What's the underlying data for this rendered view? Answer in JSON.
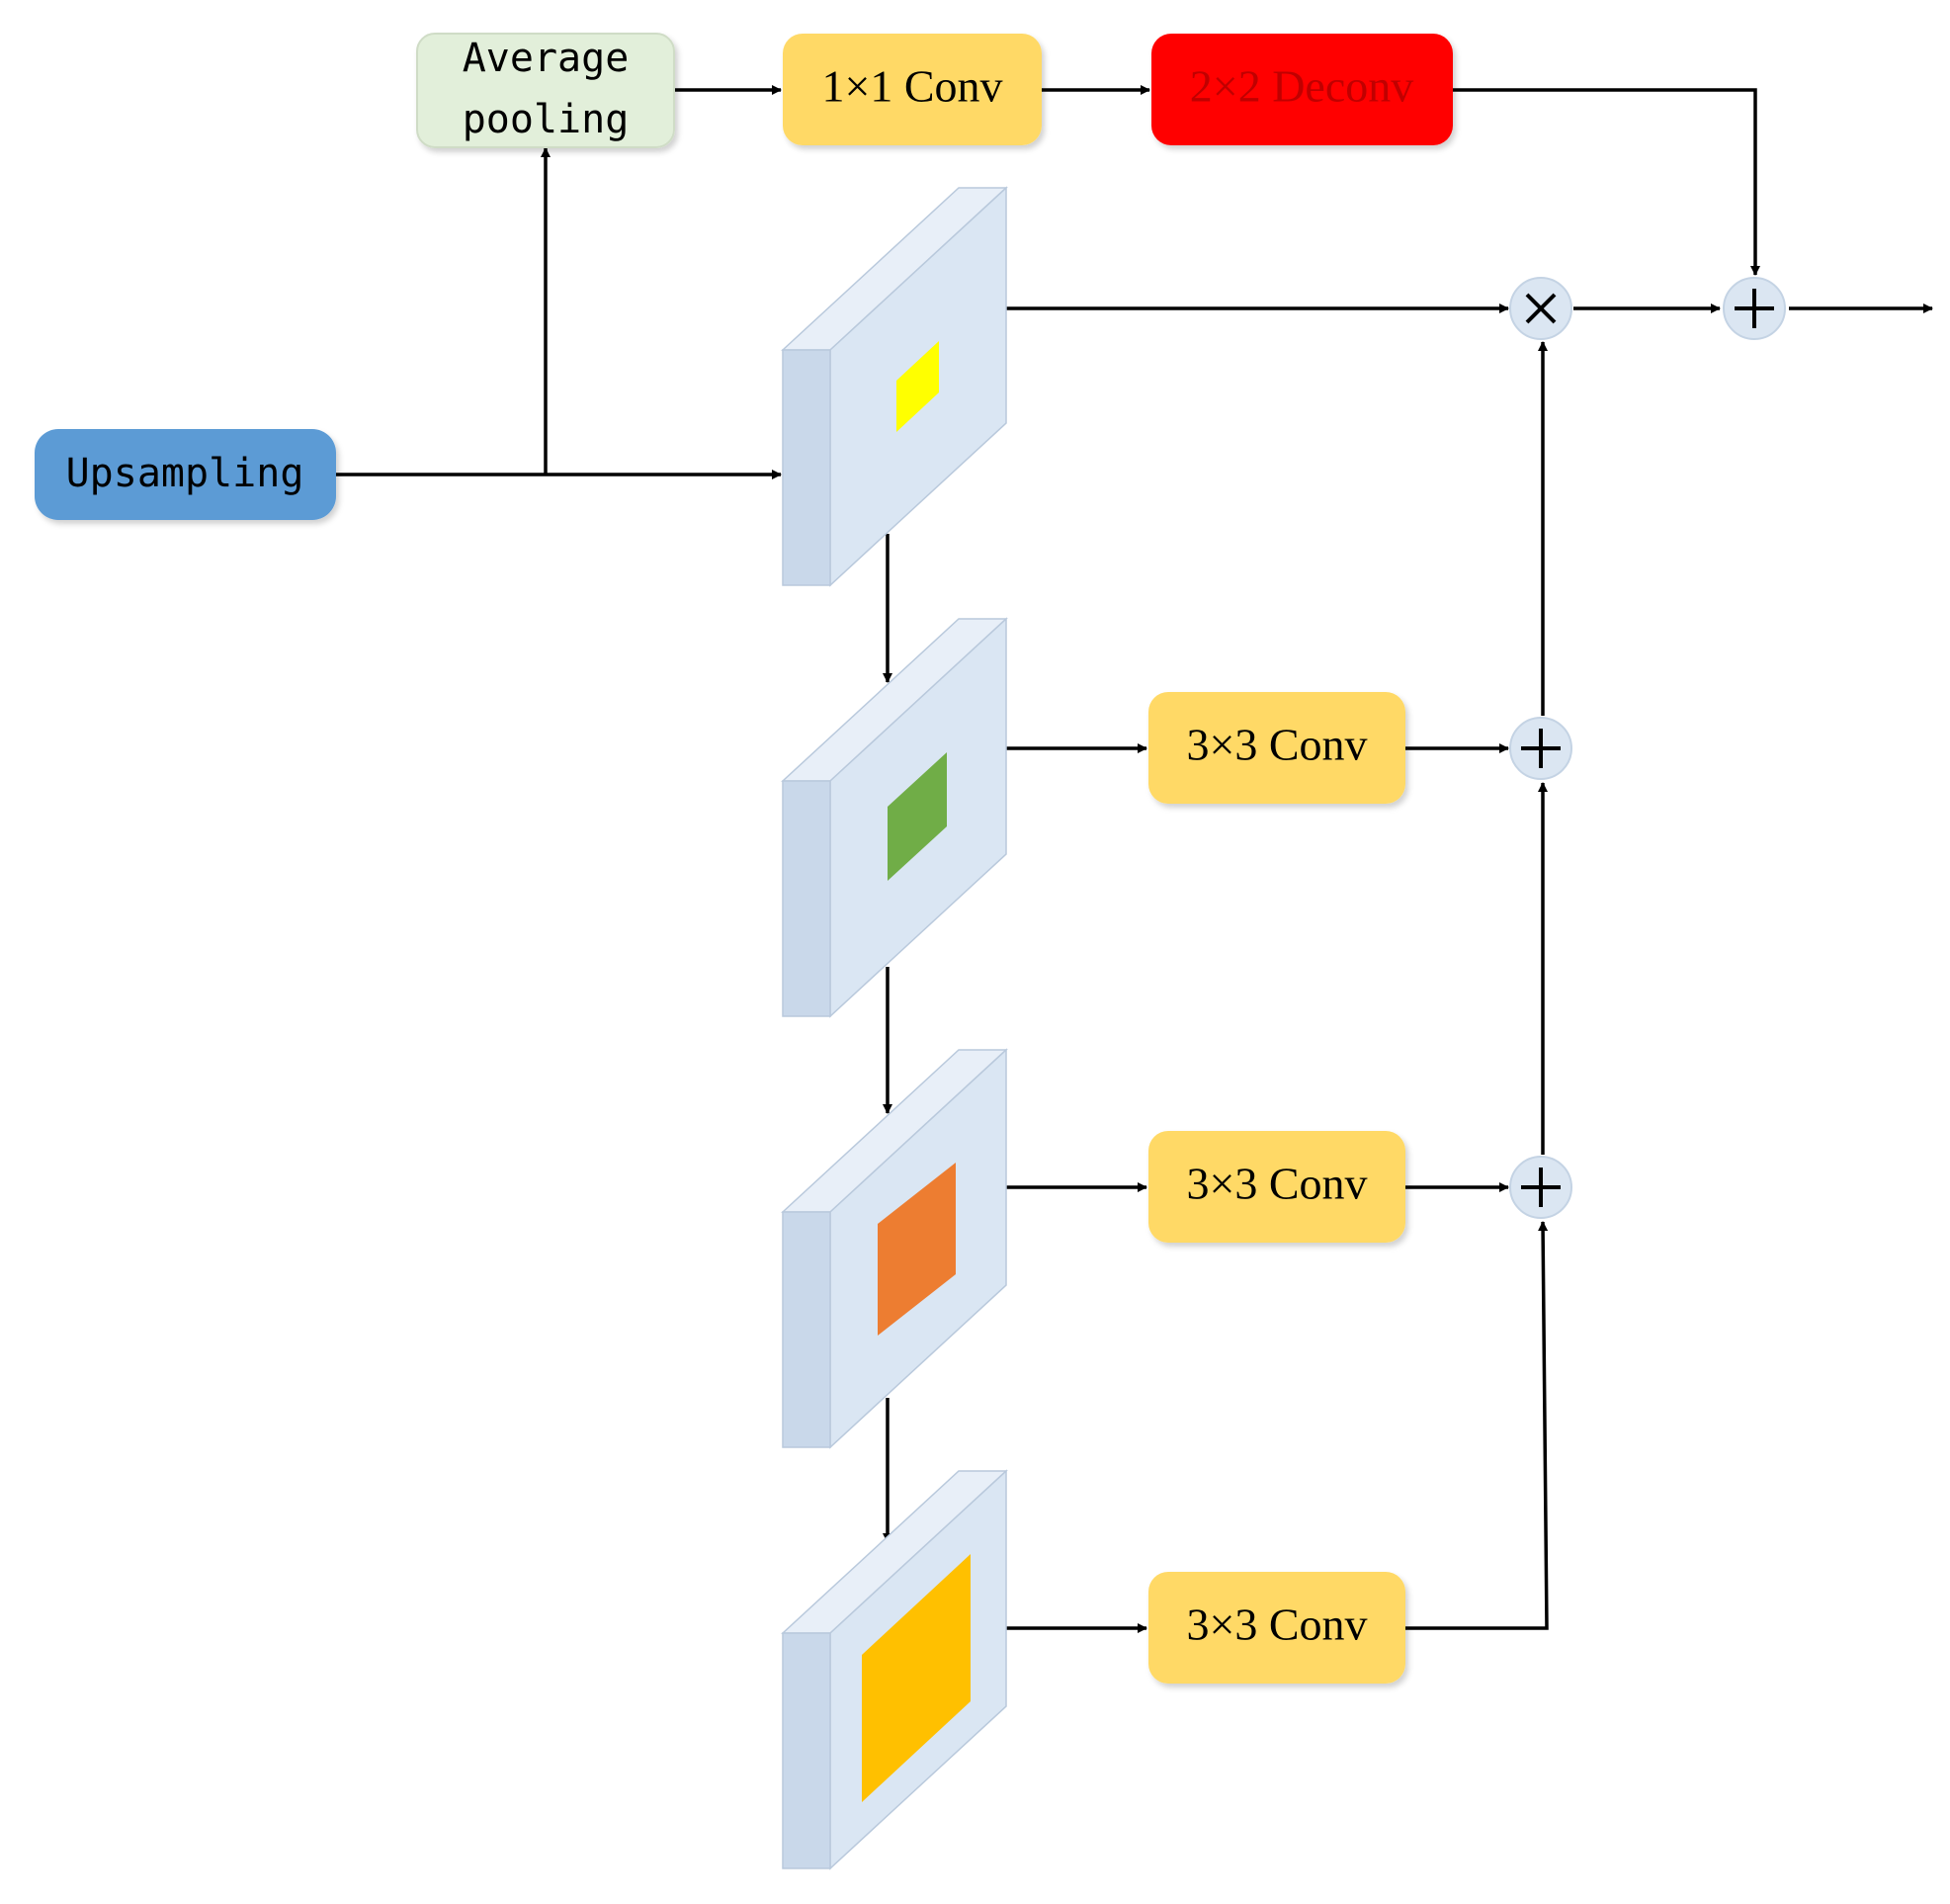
{
  "nodes": {
    "upsampling": "Upsampling",
    "average_pooling": [
      "Average",
      "pooling"
    ],
    "conv1x1": "1×1 Conv",
    "deconv2x2": "2×2 Deconv",
    "conv3x3_a": "3×3 Conv",
    "conv3x3_b": "3×3 Conv",
    "conv3x3_c": "3×3 Conv"
  },
  "operators": {
    "multiply": "×",
    "add": "+"
  },
  "colors": {
    "upsampling_fill": "#5b9bd5",
    "pooling_fill": "#e2efda",
    "conv_fill": "#ffd966",
    "deconv_fill": "#ff0000",
    "feature_map_face": "#dae6f3",
    "feature_map_side": "#c9d8ea",
    "patch_level1": "#ffff00",
    "patch_level2": "#70ad47",
    "patch_level3": "#ed7d31",
    "patch_level4": "#ffc000",
    "operator_fill": "#dbe6f2"
  }
}
